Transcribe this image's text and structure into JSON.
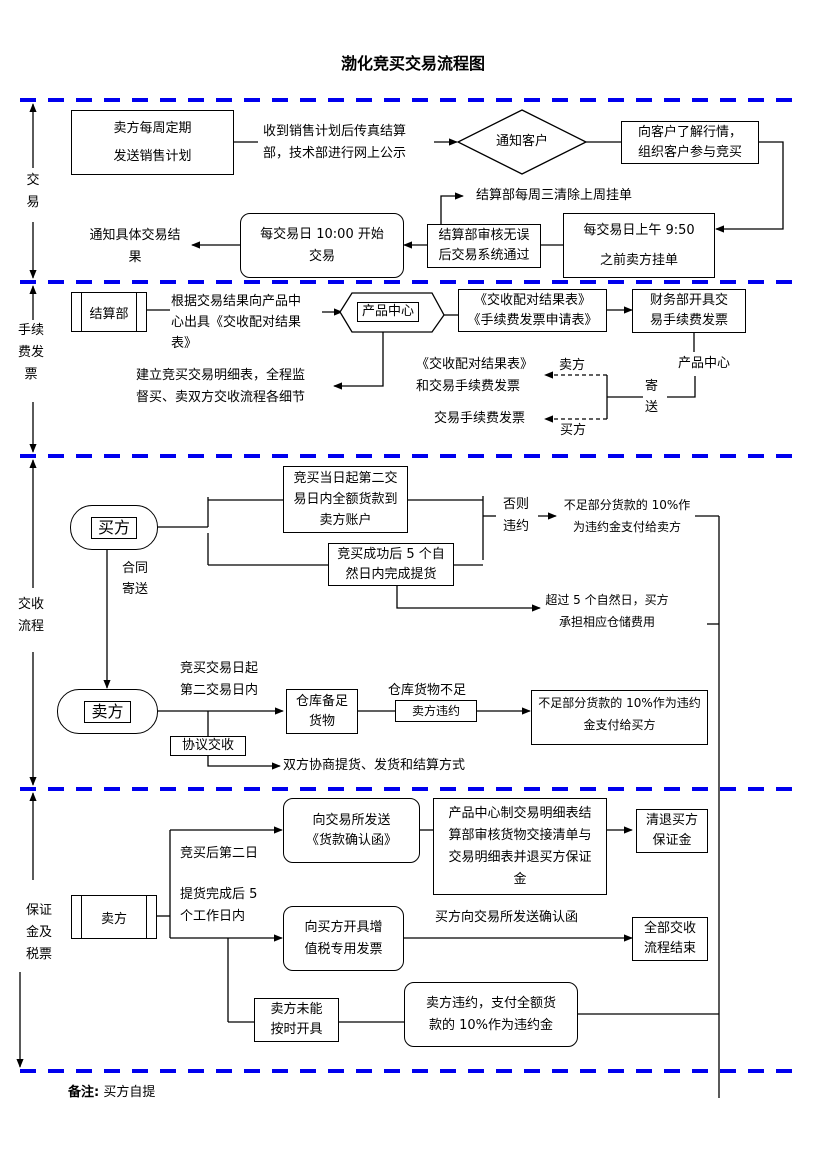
{
  "title": "渤化竞买交易流程图",
  "colors": {
    "lane_divider": "#0000ee",
    "line": "#000000"
  },
  "lanes": [
    {
      "id": "trade",
      "label": [
        "交",
        "易"
      ]
    },
    {
      "id": "fee_invoice",
      "label": [
        "手续",
        "费发",
        "票"
      ]
    },
    {
      "id": "settlement",
      "label": [
        "交收",
        "流程"
      ]
    },
    {
      "id": "deposit_tax",
      "label": [
        "保证",
        "金及",
        "税票"
      ]
    }
  ],
  "trade": {
    "seller_plan": [
      "卖方每周定期",
      "发送销售计划"
    ],
    "fax_publish": [
      "收到销售计划后传真结算",
      "部，技术部进行网上公示"
    ],
    "notify_client": "通知客户",
    "understand_market": [
      "向客户了解行情，",
      "组织客户参与竞买"
    ],
    "listing_before": [
      "每交易日上午 9:50",
      "之前卖方挂单"
    ],
    "weekly_clear": "结算部每周三清除上周挂单",
    "audit_pass": [
      "结算部审核无误",
      "后交易系统通过"
    ],
    "start_trade": [
      "每交易日 10:00 开始",
      "交易"
    ],
    "notify_result": [
      "通知具体交易结",
      "果"
    ]
  },
  "fee": {
    "settlement_dept": "结算部",
    "issue_table": [
      "根据交易结果向产品中",
      "心出具《交收配对结果",
      "表》"
    ],
    "product_center": "产品中心",
    "forms": [
      "《交收配对结果表》",
      "《手续费发票申请表》"
    ],
    "finance_invoice": [
      "财务部开具交",
      "易手续费发票"
    ],
    "product_center_label": "产品中心",
    "send_label": [
      "寄",
      "送"
    ],
    "to_seller_label": "卖方",
    "to_buyer_label": "买方",
    "seller_receives": [
      "《交收配对结果表》",
      "和交易手续费发票"
    ],
    "buyer_receives": "交易手续费发票",
    "build_detail": [
      "建立竞买交易明细表，全程监",
      "督买、卖双方交收流程各细节"
    ]
  },
  "settle": {
    "buyer": "买方",
    "full_payment": [
      "竞买当日起第二交",
      "易日内全额货款到",
      "卖方账户"
    ],
    "pickup": [
      "竞买成功后 5 个自",
      "然日内完成提货"
    ],
    "otherwise_breach": [
      "否则",
      "违约"
    ],
    "buyer_penalty": [
      "不足部分货款的 10%作",
      "为违约金支付给卖方"
    ],
    "storage_fee": [
      "超过 5 个自然日，买方",
      "承担相应仓储费用"
    ],
    "contract_send": [
      "合同",
      "寄送"
    ],
    "seller": "卖方",
    "within_days": [
      "竞买交易日起",
      "第二交易日内"
    ],
    "stock_ready": [
      "仓库备足",
      "货物"
    ],
    "stock_short": "仓库货物不足",
    "seller_breach": "卖方违约",
    "seller_penalty": [
      "不足部分货款的 10%作为违约",
      "金支付给买方"
    ],
    "negotiate": "协议交收",
    "negotiate_result": "双方协商提货、发货和结算方式"
  },
  "deposit": {
    "seller": "卖方",
    "day_after": "竞买后第二日",
    "after_pickup": [
      "提货完成后 5",
      " 个工作日内"
    ],
    "send_confirm": [
      "向交易所发送",
      "《货款确认函》"
    ],
    "product_center_detail": [
      "产品中心制交易明细表结",
      "算部审核货物交接清单与",
      "交易明细表并退买方保证",
      "金"
    ],
    "refund_deposit": [
      "清退买方",
      "保证金"
    ],
    "issue_vat": [
      "向买方开具增",
      "值税专用发票"
    ],
    "buyer_confirm": "买方向交易所发送确认函",
    "all_done": [
      "全部交收",
      "流程结束"
    ],
    "seller_fail": [
      "卖方未能",
      "按时开具"
    ],
    "seller_breach_penalty": [
      "卖方违约，支付全额货",
      "款的 10%作为违约金"
    ]
  },
  "note": {
    "label": "备注:",
    "text": "买方自提"
  }
}
